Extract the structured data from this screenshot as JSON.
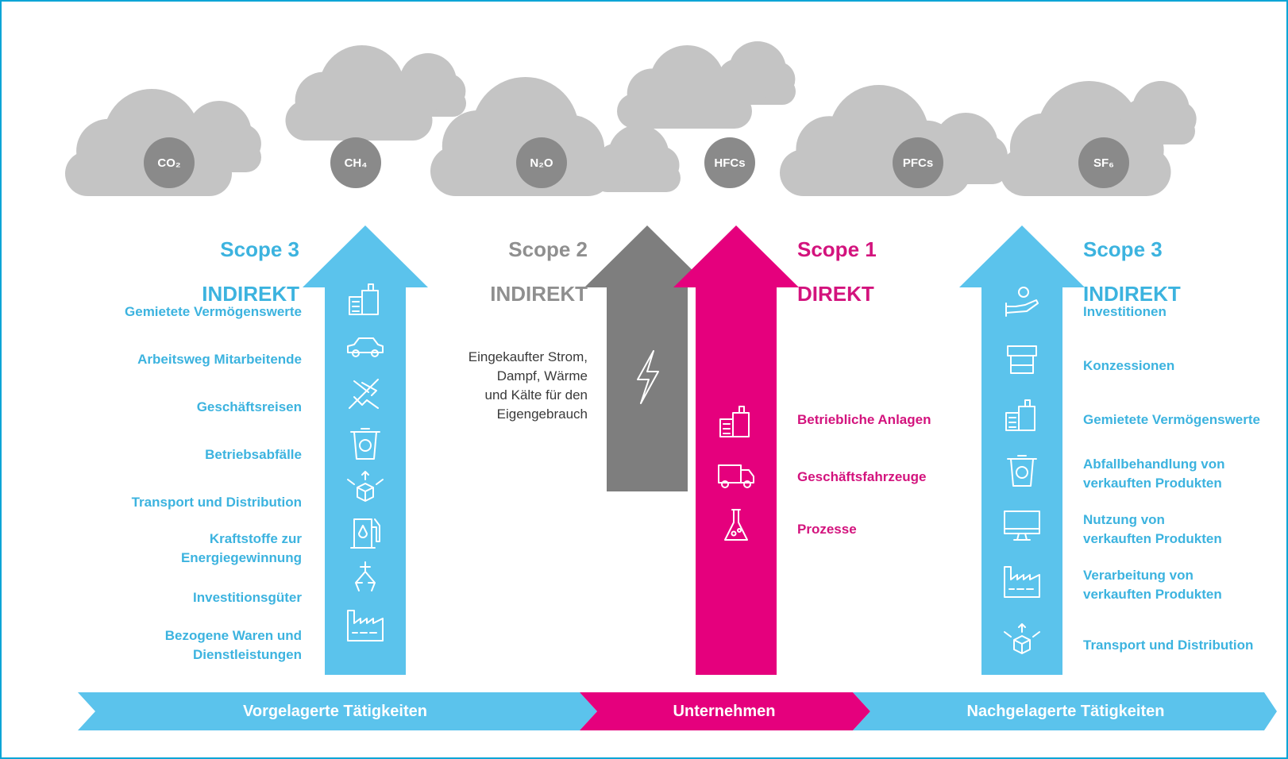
{
  "colors": {
    "blue": "#5bc3ec",
    "magenta": "#e5007d",
    "grey_arrow": "#7e7e7e",
    "cloud": "#c4c4c4",
    "gas_circle": "#8a8a8a",
    "border": "#0aa5d6"
  },
  "gases": [
    "CO₂",
    "CH₄",
    "N₂O",
    "HFCs",
    "PFCs",
    "SF₆"
  ],
  "scopes": {
    "left": {
      "title": "Scope 3",
      "kind": "INDIREKT"
    },
    "middle": {
      "title": "Scope 2",
      "kind": "INDIREKT"
    },
    "direct": {
      "title": "Scope 1",
      "kind": "DIREKT"
    },
    "right": {
      "title": "Scope 3",
      "kind": "INDIREKT"
    }
  },
  "upstream_items": [
    {
      "label": "Gemietete Vermögenswerte",
      "icon": "building-icon"
    },
    {
      "label": "Arbeitsweg Mitarbeitende",
      "icon": "car-icon"
    },
    {
      "label": "Geschäftsreisen",
      "icon": "airplane-icon"
    },
    {
      "label": "Betriebsabfälle",
      "icon": "recycle-bin-icon"
    },
    {
      "label": "Transport und Distribution",
      "icon": "package-arrows-icon"
    },
    {
      "label": "Kraftstoffe zur\nEnergiegewinnung",
      "icon": "fuel-pump-icon"
    },
    {
      "label": "Investitionsgüter",
      "icon": "robot-arm-icon"
    },
    {
      "label": "Bezogene Waren und\nDienstleistungen",
      "icon": "factory-icon"
    }
  ],
  "scope2_text": "Eingekaufter Strom,\nDampf, Wärme\nund Kälte für den\nEigengebrauch",
  "scope2_icon": "lightning-icon",
  "scope1_items": [
    {
      "label": "Betriebliche Anlagen",
      "icon": "building-icon"
    },
    {
      "label": "Geschäftsfahrzeuge",
      "icon": "truck-icon"
    },
    {
      "label": "Prozesse",
      "icon": "flask-icon"
    }
  ],
  "downstream_items": [
    {
      "label": "Investitionen",
      "icon": "hand-coin-icon"
    },
    {
      "label": "Konzessionen",
      "icon": "storefront-icon"
    },
    {
      "label": "Gemietete Vermögenswerte",
      "icon": "building-icon"
    },
    {
      "label": "Abfallbehandlung von\nverkauften Produkten",
      "icon": "recycle-bin-icon"
    },
    {
      "label": "Nutzung von\nverkauften Produkten",
      "icon": "monitor-icon"
    },
    {
      "label": "Verarbeitung von\nverkauften Produkten",
      "icon": "factory-icon"
    },
    {
      "label": "Transport und Distribution",
      "icon": "package-arrows-icon"
    }
  ],
  "bands": {
    "upstream": "Vorgelagerte Tätigkeiten",
    "company": "Unternehmen",
    "downstream": "Nachgelagerte Tätigkeiten"
  }
}
